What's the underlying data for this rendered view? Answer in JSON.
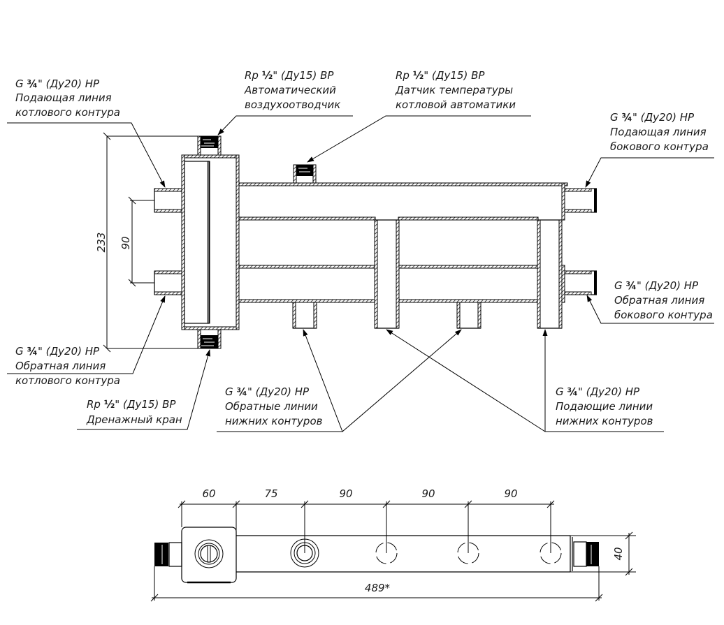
{
  "drawing": {
    "title": "Гидравлический разделитель с коллектором",
    "top_view_callouts": [
      {
        "id": "boiler-supply",
        "thread": "G",
        "size": "¾",
        "spec": "\" (Ду20) НР",
        "line1": "Подающая линия",
        "line2": "котлового контура"
      },
      {
        "id": "air-vent",
        "thread": "Rp",
        "size": "½",
        "spec": "\" (Ду15) ВР",
        "line1": "Автоматический",
        "line2": "воздухоотводчик"
      },
      {
        "id": "temp-sensor",
        "thread": "Rp",
        "size": "½",
        "spec": "\" (Ду15) ВР",
        "line1": "Датчик температуры",
        "line2": "котловой автоматики"
      },
      {
        "id": "side-supply",
        "thread": "G",
        "size": "¾",
        "spec": "\" (Ду20) НР",
        "line1": "Подающая линия",
        "line2": "бокового контура"
      },
      {
        "id": "side-return",
        "thread": "G",
        "size": "¾",
        "spec": "\" (Ду20) НР",
        "line1": "Обратная линия",
        "line2": "бокового контура"
      },
      {
        "id": "boiler-return",
        "thread": "G",
        "size": "¾",
        "spec": "\" (Ду20) НР",
        "line1": "Обратная линия",
        "line2": "котлового контура"
      },
      {
        "id": "drain-valve",
        "thread": "Rp",
        "size": "½",
        "spec": "\" (Ду15) ВР",
        "line1": "Дренажный кран",
        "line2": ""
      },
      {
        "id": "lower-returns",
        "thread": "G",
        "size": "¾",
        "spec": "\" (Ду20) НР",
        "line1": "Обратные линии",
        "line2": "нижних контуров"
      },
      {
        "id": "lower-supplies",
        "thread": "G",
        "size": "¾",
        "spec": "\" (Ду20) НР",
        "line1": "Подающие линии",
        "line2": "нижних контуров"
      }
    ],
    "dimensions": {
      "height_total": "233",
      "boiler_spacing": "90",
      "bottom_spacings": [
        "60",
        "75",
        "90",
        "90",
        "90"
      ],
      "overall_length": "489*",
      "depth": "40"
    }
  }
}
